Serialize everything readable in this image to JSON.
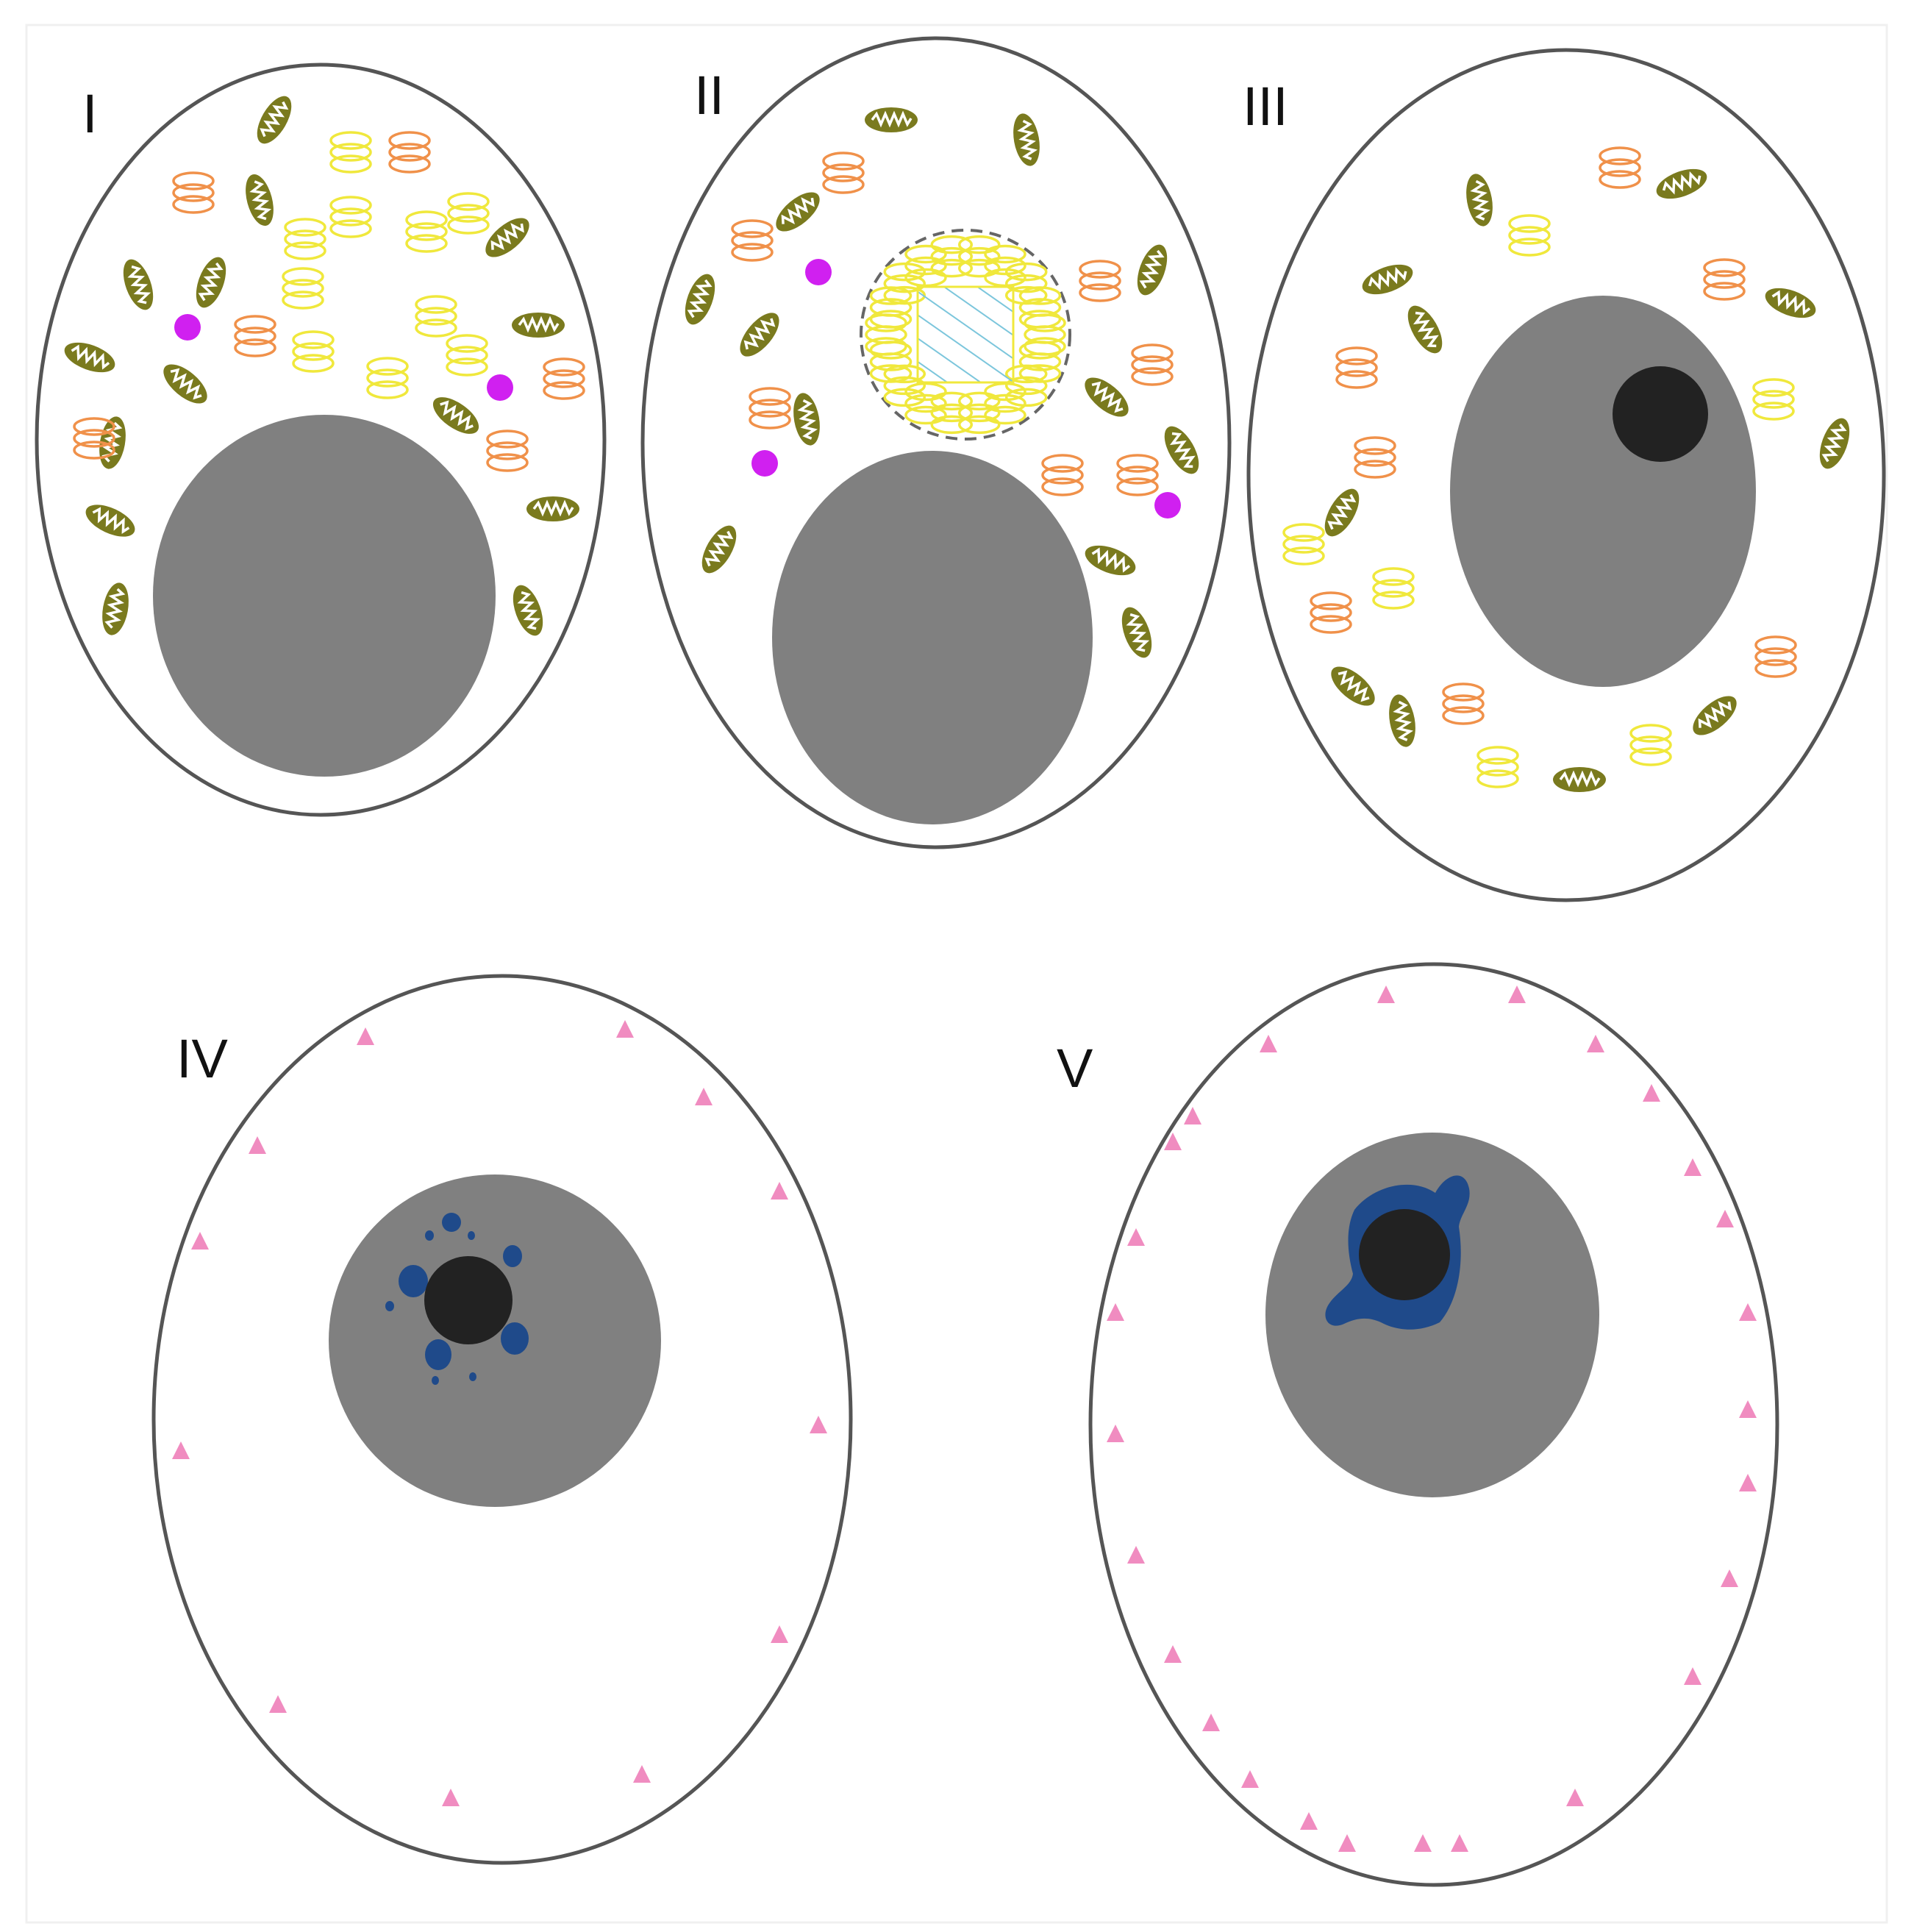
{
  "panels": [
    {
      "label": "I"
    },
    {
      "label": "II"
    },
    {
      "label": "III"
    },
    {
      "label": "IV"
    },
    {
      "label": "V"
    }
  ],
  "colors": {
    "membrane": "#555555",
    "nucleus": "#808080",
    "nucleolus": "#222222",
    "mitochondrion": "#7a7a1e",
    "golgi_orange": "#f0914a",
    "golgi_yellow": "#f0e83c",
    "vesicle": "#d020f0",
    "autophagosome_stripe": "#7cc6dc",
    "chromatin_blue": "#1f4a8a",
    "marker_pink": "#f08cc0"
  },
  "icons": {
    "mitochondrion": "mitochondrion-icon",
    "golgi": "golgi-stack-icon",
    "vesicle": "vesicle-icon",
    "marker": "triangle-marker-icon"
  }
}
